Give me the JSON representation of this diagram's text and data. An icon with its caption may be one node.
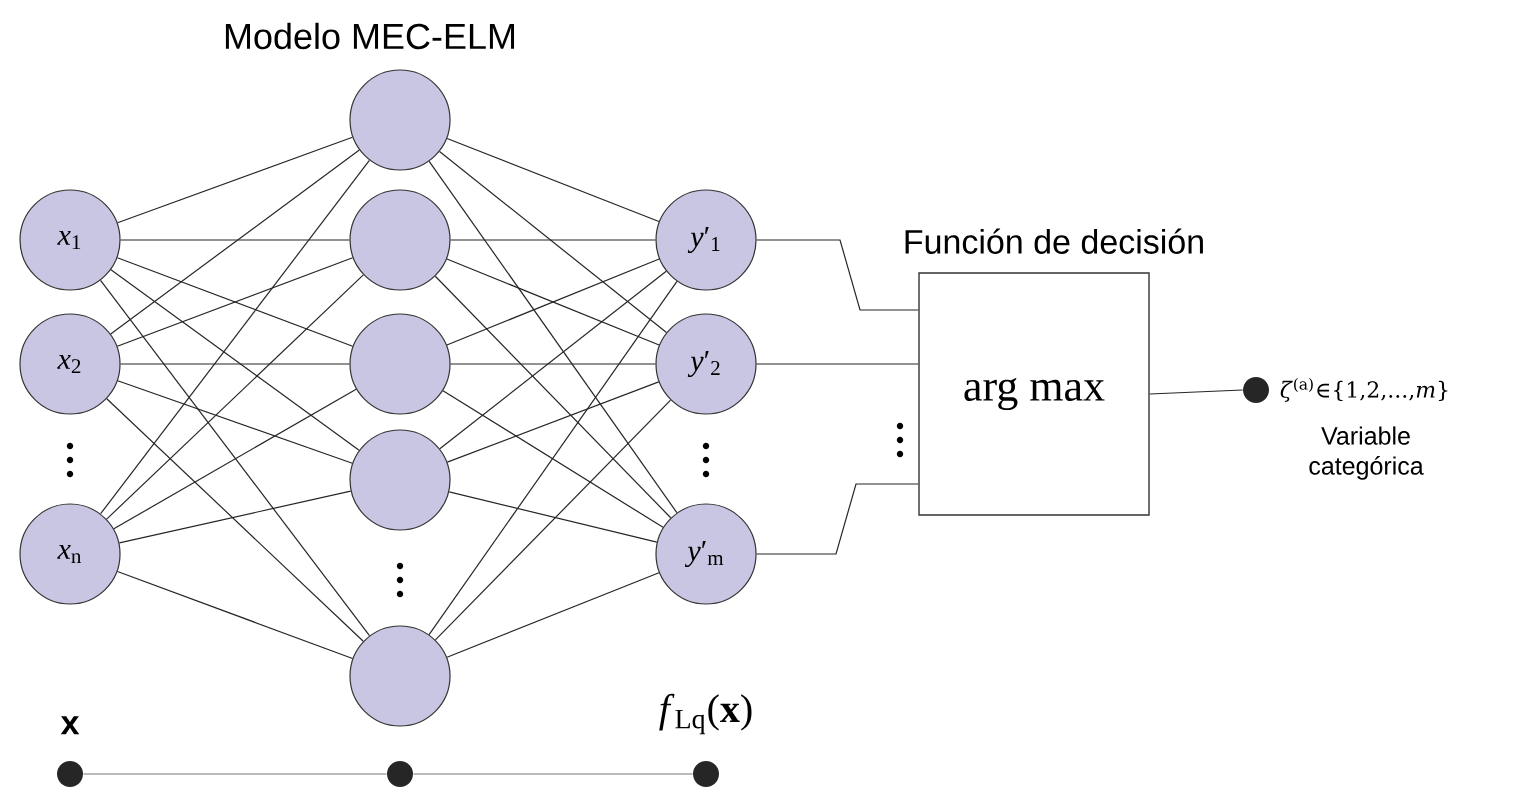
{
  "diagram": {
    "nodes": [
      {
        "text": [
          "*x*$_{1}$"
        ]
      },
      {
        "text": [
          "*x*$_{2}$"
        ]
      },
      {
        "text": [
          "*x*$_{n}$"
        ]
      },
      {
        "text": [],
        "shape": "circle"
      },
      {
        "text": [],
        "shape": "circle"
      },
      {
        "text": [],
        "shape": "circle"
      },
      {
        "text": [],
        "shape": "circle"
      },
      {
        "text": [],
        "shape": "circle"
      },
      {
        "text": [
          "*y*′$_{1}$"
        ]
      },
      {
        "text": [
          "*y*′$_{2}$"
        ]
      },
      {
        "text": [
          "*y*′$_{m}$"
        ]
      },
      {
        "text": [
          "Función de decisión",
          "arg  max"
        ]
      },
      {
        "text": [],
        "shape": "dot",
        "beside": [
          "*ζ*$^{(a)}$∈{1,2,...,*m*}",
          "Variable categórica"
        ]
      },
      {
        "text": [],
        "shape": "dot",
        "beside": [
          "**x**"
        ]
      },
      {
        "text": [],
        "shape": "dot"
      },
      {
        "text": [],
        "shape": "dot",
        "beside": [
          "*f*$_{Lq}$(**x**)"
        ]
      }
    ],
    "edges": [
      {
        "from": 0,
        "to": 3,
        "arrow": "none"
      },
      {
        "from": 0,
        "to": 4,
        "arrow": "none"
      },
      {
        "from": 0,
        "to": 5,
        "arrow": "none"
      },
      {
        "from": 0,
        "to": 6,
        "arrow": "none"
      },
      {
        "from": 0,
        "to": 7,
        "arrow": "none"
      },
      {
        "from": 1,
        "to": 3,
        "arrow": "none"
      },
      {
        "from": 1,
        "to": 4,
        "arrow": "none"
      },
      {
        "from": 1,
        "to": 5,
        "arrow": "none"
      },
      {
        "from": 1,
        "to": 6,
        "arrow": "none"
      },
      {
        "from": 1,
        "to": 7,
        "arrow": "none"
      },
      {
        "from": 2,
        "to": 3,
        "arrow": "none"
      },
      {
        "from": 2,
        "to": 4,
        "arrow": "none"
      },
      {
        "from": 2,
        "to": 5,
        "arrow": "none"
      },
      {
        "from": 2,
        "to": 6,
        "arrow": "none"
      },
      {
        "from": 2,
        "to": 7,
        "arrow": "none"
      },
      {
        "from": 3,
        "to": 8,
        "arrow": "none"
      },
      {
        "from": 3,
        "to": 9,
        "arrow": "none"
      },
      {
        "from": 3,
        "to": 10,
        "arrow": "none"
      },
      {
        "from": 4,
        "to": 8,
        "arrow": "none"
      },
      {
        "from": 4,
        "to": 9,
        "arrow": "none"
      },
      {
        "from": 4,
        "to": 10,
        "arrow": "none"
      },
      {
        "from": 5,
        "to": 8,
        "arrow": "none"
      },
      {
        "from": 5,
        "to": 9,
        "arrow": "none"
      },
      {
        "from": 5,
        "to": 10,
        "arrow": "none"
      },
      {
        "from": 6,
        "to": 8,
        "arrow": "none"
      },
      {
        "from": 6,
        "to": 9,
        "arrow": "none"
      },
      {
        "from": 6,
        "to": 10,
        "arrow": "none"
      },
      {
        "from": 7,
        "to": 8,
        "arrow": "none"
      },
      {
        "from": 7,
        "to": 9,
        "arrow": "none"
      },
      {
        "from": 7,
        "to": 10,
        "arrow": "none"
      },
      {
        "from": 8,
        "to": 11,
        "arrow": "none"
      },
      {
        "from": 9,
        "to": 11,
        "arrow": "none"
      },
      {
        "from": 10,
        "to": 11,
        "arrow": "none"
      },
      {
        "from": 11,
        "to": 12,
        "arrow": "none"
      },
      {
        "from": 13,
        "to": 14,
        "arrow": "none",
        "color": "#777777"
      },
      {
        "from": 14,
        "to": 15,
        "arrow": "none",
        "color": "#777777"
      }
    ],
    "labels": [
      "Modelo MEC-ELM"
    ]
  }
}
